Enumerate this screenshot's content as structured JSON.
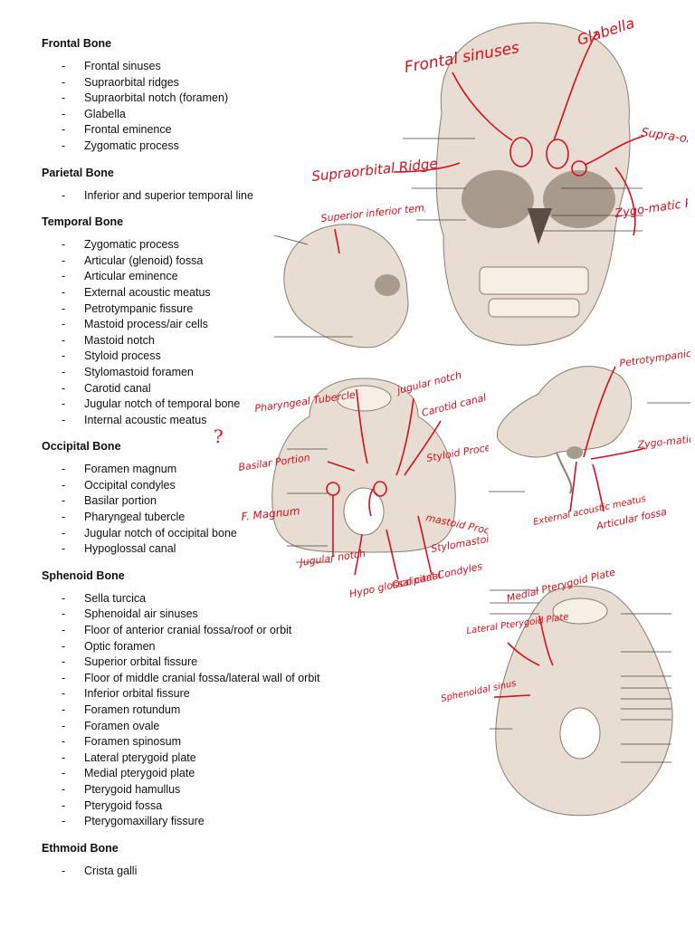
{
  "sections": [
    {
      "heading": "Frontal Bone",
      "items": [
        "Frontal sinuses",
        "Supraorbital ridges",
        "Supraorbital notch (foramen)",
        "Glabella",
        "Frontal eminence",
        "Zygomatic process"
      ]
    },
    {
      "heading": "Parietal Bone",
      "items": [
        "Inferior and superior temporal line"
      ]
    },
    {
      "heading": "Temporal Bone",
      "items": [
        "Zygomatic process",
        "Articular (glenoid) fossa",
        "Articular eminence",
        "External acoustic meatus",
        "Petrotympanic fissure",
        "Mastoid process/air cells",
        "Mastoid notch",
        "Styloid process",
        "Stylomastoid foramen",
        "Carotid canal",
        "Jugular notch of temporal bone",
        "Internal acoustic meatus"
      ]
    },
    {
      "heading": "Occipital Bone",
      "items": [
        "Foramen magnum",
        "Occipital condyles",
        "Basilar portion",
        "Pharyngeal tubercle",
        "Jugular notch of occipital bone",
        "Hypoglossal canal"
      ]
    },
    {
      "heading": "Sphenoid Bone",
      "items": [
        "Sella turcica",
        "Sphenoidal air sinuses",
        "Floor of anterior cranial fossa/roof or orbit",
        "Optic foramen",
        "Superior orbital fissure",
        "Floor of middle cranial fossa/lateral wall of orbit",
        "Inferior orbital fissure",
        "Foramen rotundum",
        "Foramen ovale",
        "Foramen spinosum",
        "Lateral pterygoid plate",
        "Medial pterygoid plate",
        "Pterygoid hamullus",
        "Pterygoid fossa",
        "Pterygomaxillary fissure"
      ]
    },
    {
      "heading": "Ethmoid Bone",
      "items": [
        "Crista galli"
      ]
    }
  ],
  "question_mark": "?",
  "annotations": {
    "frontal_sinuses": "Frontal sinuses",
    "glabella": "Glabella",
    "supraorbital_notch": "Supra-orbital Notch",
    "supraorbital_ridge": "Supraorbital Ridge",
    "zygomatic_process_1": "Zygo-matic Process",
    "temporal_lines": "Superior inferior temporal lines",
    "pharyngeal_tubercle": "Pharyngeal Tubercle",
    "jugular_notch": "jugular notch",
    "carotid_canal": "Carotid canal",
    "basilar_portion": "Basilar Portion",
    "styloid_process": "Styloid Process",
    "foramen_magnum": "F. Magnum",
    "mastoid_process": "mastoid Process",
    "stylomastoid_foramen": "Stylomastoid Foramen",
    "jugular_notch_2": "Jugular notch",
    "hypoglossal_canal": "Hypo glossal canal",
    "occipital_condyles": "Occipital Condyles",
    "petrotympanic_fissure": "Petrotympanic Fissure",
    "zygomatic_process_2": "Zygo-matic Process",
    "external_acoustic_meatus": "External acoustic meatus",
    "articular_fossa": "Articular fossa",
    "medial_pterygoid_plate": "Medial Pterygoid Plate",
    "lateral_pterygoid_plate": "Lateral Pterygoid Plate",
    "sphenoid_sinus": "Sphenoidal sinus"
  }
}
